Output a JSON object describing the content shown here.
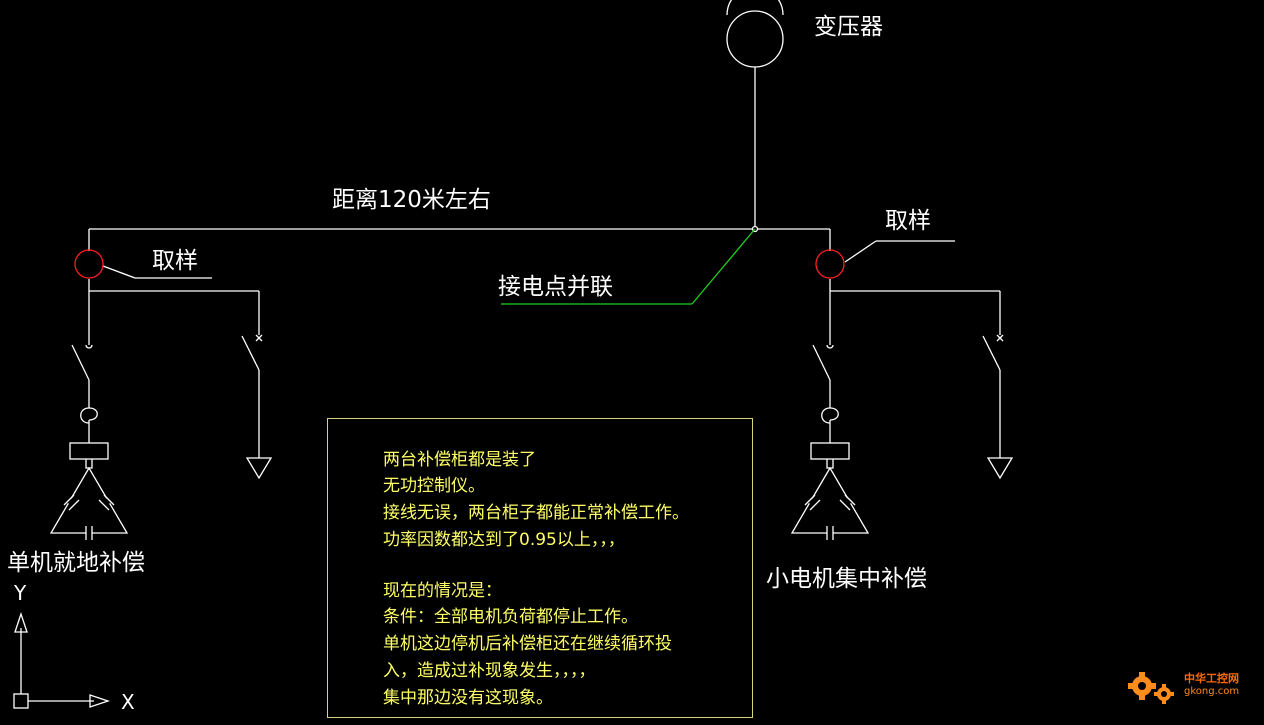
{
  "labels": {
    "transformer": "变压器",
    "distance": "距离120米左右",
    "sample_left": "取样",
    "sample_right": "取样",
    "junction": "接电点并联",
    "left_comp": "单机就地补偿",
    "right_comp": "小电机集中补偿"
  },
  "axis": {
    "y": "Y",
    "x": "X"
  },
  "note": {
    "lines": [
      "两台补偿柜都是装了",
      "无功控制仪。",
      "接线无误，两台柜子都能正常补偿工作。",
      "功率因数都达到了0.95以上，，，",
      "",
      "现在的情况是：",
      "条件：全部电机负荷都停止工作。",
      "单机这边停机后补偿柜还在继续循环投",
      "入，造成过补现象发生，，，，",
      "集中那边没有这现象。"
    ]
  },
  "watermark": {
    "name": "中华工控网",
    "url": "gkong.com"
  },
  "colors": {
    "background": "#000000",
    "line": "#ffffff",
    "sample_circle": "#ff2020",
    "leader_green": "#1fd01f",
    "note_text": "#ffff66",
    "note_border": "#d8d27a"
  }
}
